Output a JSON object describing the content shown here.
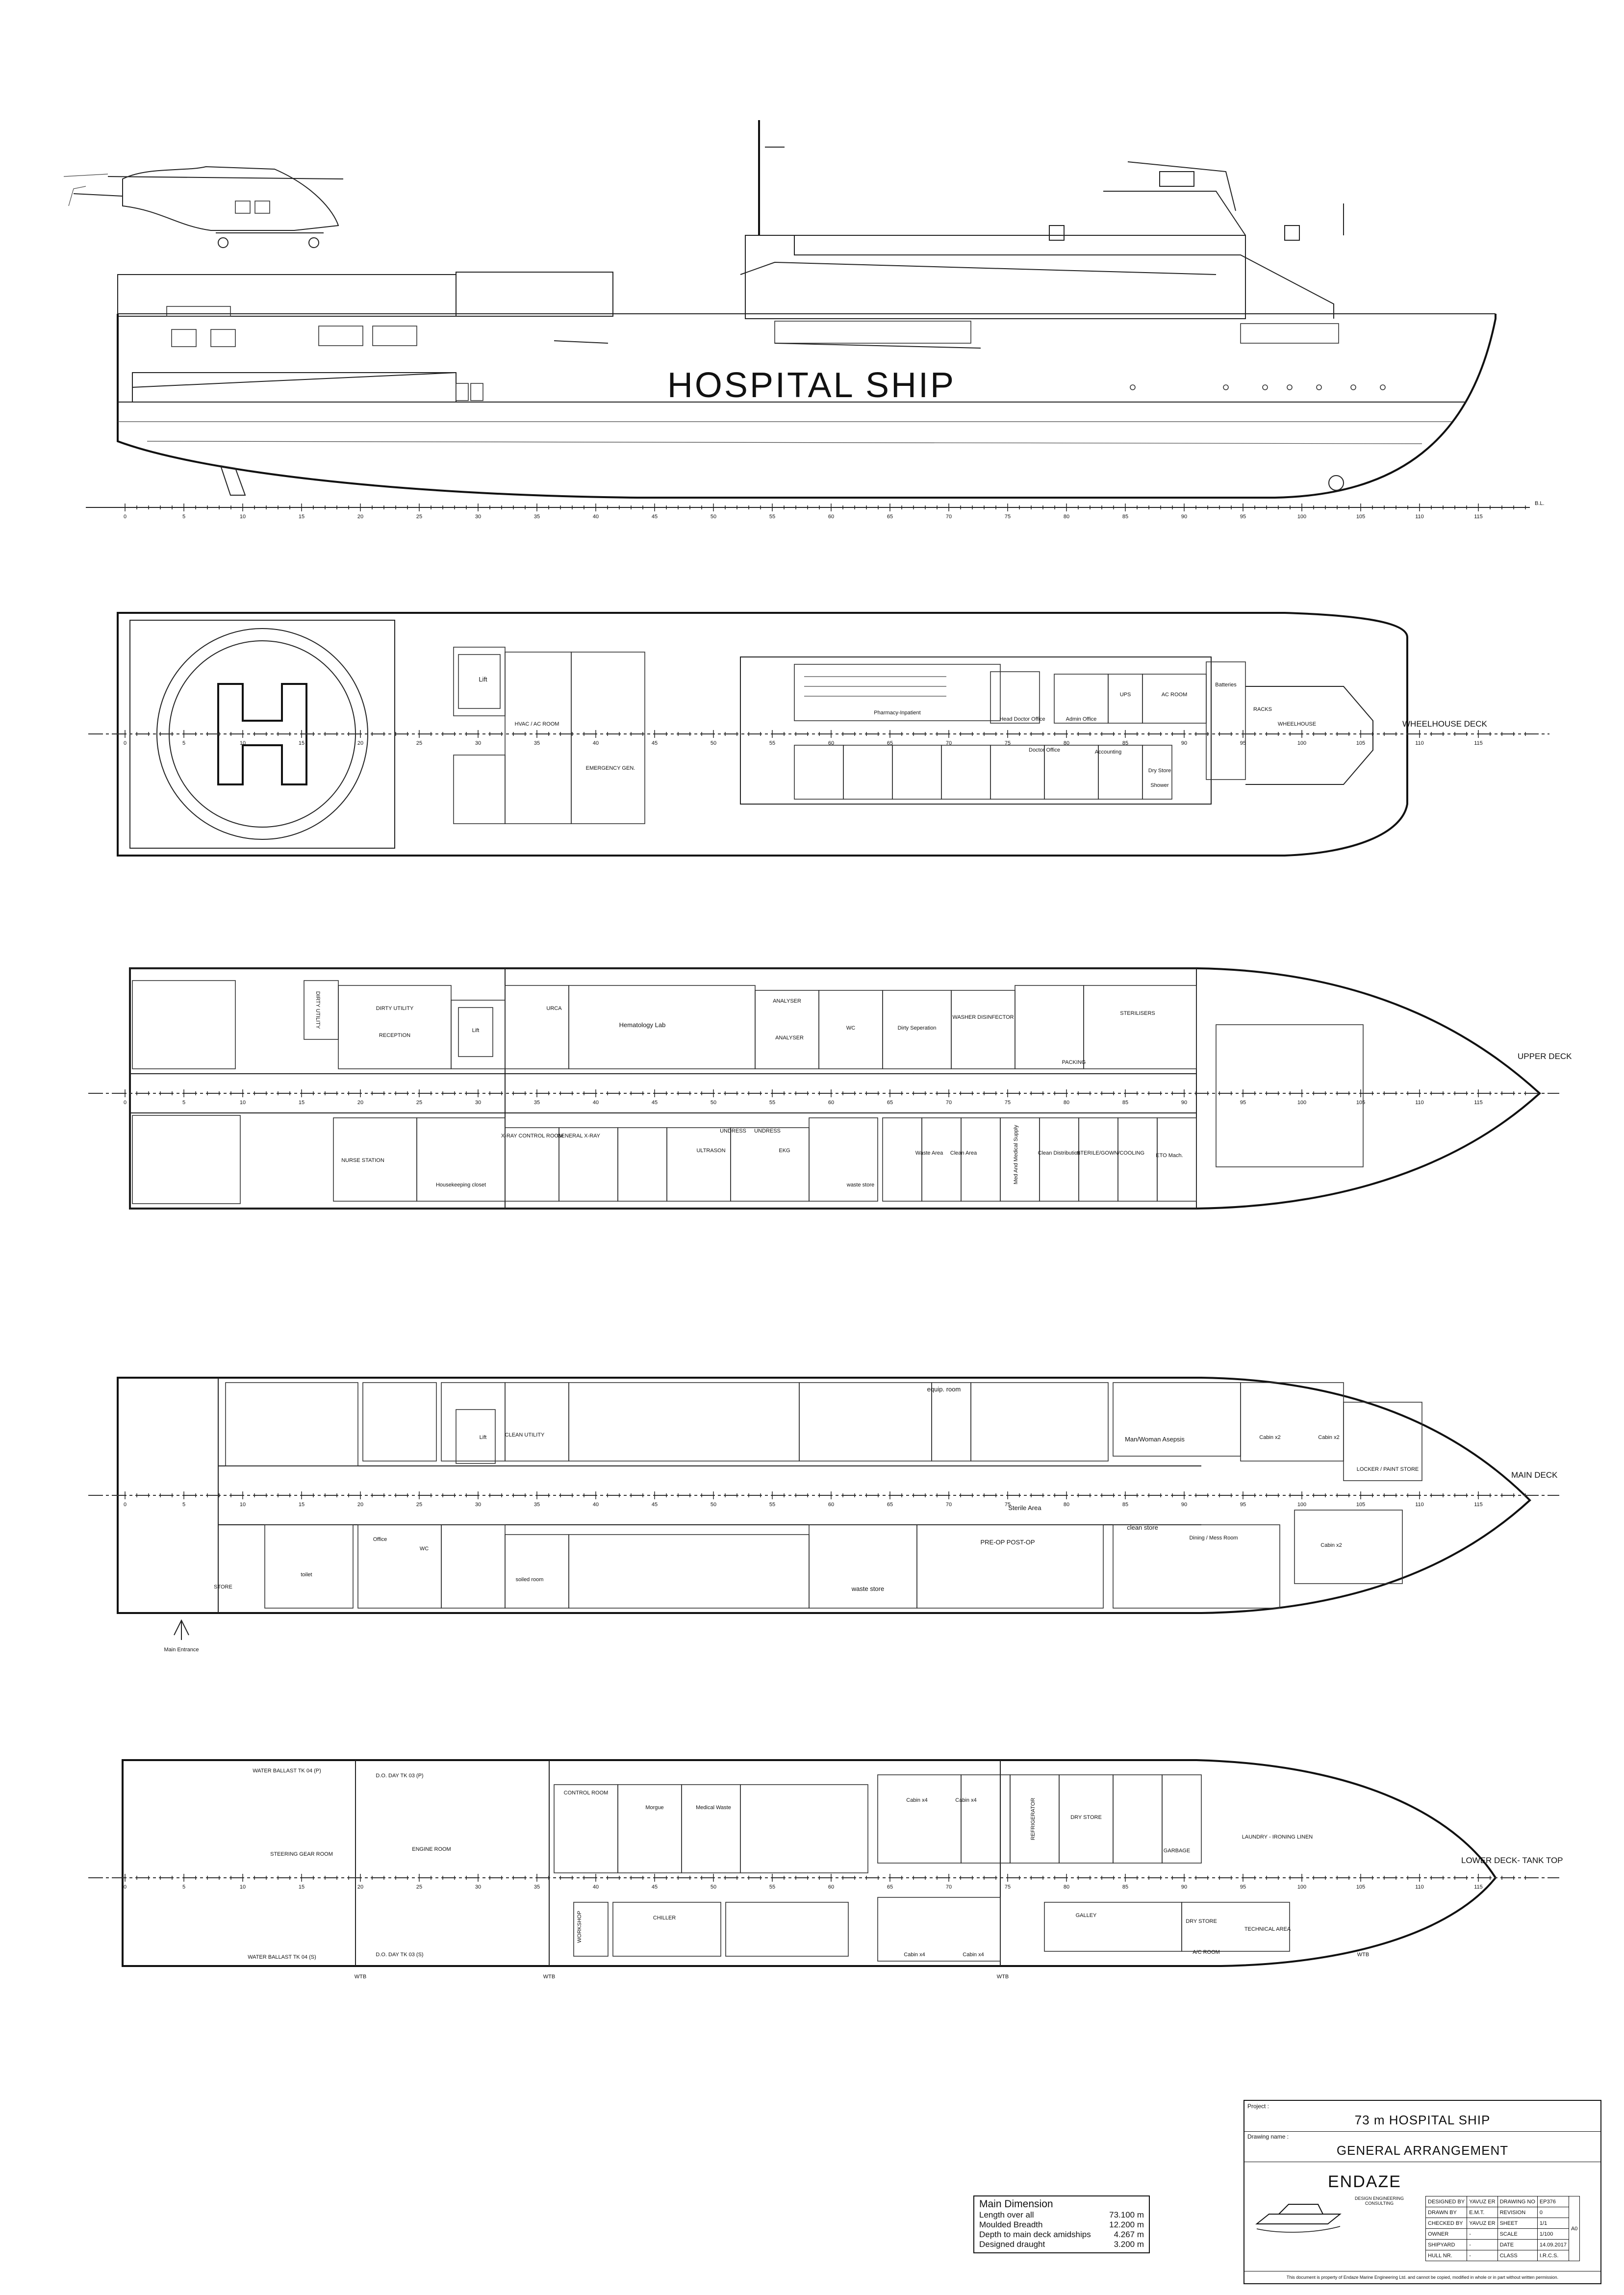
{
  "profile": {
    "ship_name_label": "HOSPITAL SHIP",
    "bl_label": "B.L."
  },
  "frame_ticks": [
    "0",
    "5",
    "10",
    "15",
    "20",
    "25",
    "30",
    "35",
    "40",
    "45",
    "50",
    "55",
    "60",
    "65",
    "70",
    "75",
    "80",
    "85",
    "90",
    "95",
    "100",
    "105",
    "110",
    "115"
  ],
  "decks": {
    "wheelhouse": {
      "label": "WHEELHOUSE DECK",
      "rooms": [
        "Lift",
        "HVAC / AC ROOM",
        "EMERGENCY GEN.",
        "Pharmacy-Inpatient",
        "Head Doctor Office",
        "Admin Office",
        "UPS",
        "AC ROOM",
        "Batteries",
        "RACKS",
        "WHEELHOUSE",
        "Doctor Office",
        "Accounting",
        "Dry Store",
        "Shower"
      ]
    },
    "upper": {
      "label": "UPPER DECK",
      "rooms": [
        "DIRTY UTILITY",
        "RECEPTION",
        "Lift",
        "URCA",
        "Hematology Lab",
        "ANALYSER",
        "ANALYSER",
        "WC",
        "Dirty Seperation",
        "WASHER DISINFECTOR",
        "STERILISERS",
        "PACKING",
        "NURSE STATION",
        "Housekeeping closet",
        "X-RAY CONTROL ROOM",
        "GENERAL X-RAY",
        "ULTRASON",
        "UNDRESS",
        "UNDRESS",
        "EKG",
        "waste store",
        "Waste Area",
        "Clean Area",
        "Med And Medical Supply",
        "Clean Distribution",
        "STERILE/GOWN/COOLING",
        "ETO Mach."
      ]
    },
    "main": {
      "label": "MAIN DECK",
      "main_entrance": "Main Entrance",
      "rooms": [
        "Lift",
        "CLEAN UTILITY",
        "equip. room",
        "Man/Woman Asepsis",
        "Cabin x2",
        "Cabin x2",
        "LOCKER / PAINT STORE",
        "Sterile Area",
        "PRE-OP POST-OP",
        "clean store",
        "Dining / Mess Room",
        "Cabin x2",
        "Office",
        "WC",
        "soiled room",
        "waste store",
        "STORE",
        "toilet"
      ]
    },
    "lower": {
      "label": "LOWER DECK- TANK TOP",
      "rooms": [
        "WATER BALLAST TK 04 (P)",
        "D.O. DAY TK 03 (P)",
        "STEERING GEAR ROOM",
        "ENGINE ROOM",
        "CONTROL ROOM",
        "Morgue",
        "Medical Waste",
        "Cabin x4",
        "Cabin x4",
        "REFRIGERATOR",
        "DRY STORE",
        "LAUNDRY - IRONING LINEN",
        "GARBAGE",
        "WORKSHOP",
        "CHILLER",
        "Cabin x4",
        "Cabin x4",
        "GALLEY",
        "DRY STORE",
        "TECHNICAL AREA",
        "A/C ROOM",
        "WATER BALLAST TK 04 (S)",
        "D.O. DAY TK 03 (S)"
      ],
      "wtb_label": "WTB"
    }
  },
  "main_dimension": {
    "title": "Main Dimension",
    "rows": [
      {
        "label": "Length over all",
        "value": "73.100 m"
      },
      {
        "label": "Moulded Breadth",
        "value": "12.200 m"
      },
      {
        "label": "Depth to main deck amidships",
        "value": "4.267 m"
      },
      {
        "label": "Designed draught",
        "value": "3.200 m"
      }
    ]
  },
  "title_block": {
    "project_label": "Project :",
    "project": "73 m HOSPITAL SHIP",
    "drawing_name_label": "Drawing name :",
    "drawing_name": "GENERAL ARRANGEMENT",
    "company": "ENDAZE",
    "company_sub": "DESIGN ENGINEERING CONSULTING",
    "meta": [
      [
        "DESIGNED BY",
        "YAVUZ ER",
        "DRAWING NO",
        "EP376"
      ],
      [
        "DRAWN BY",
        "E.M.T.",
        "REVISION",
        "0"
      ],
      [
        "CHECKED BY",
        "YAVUZ ER",
        "SHEET",
        "1/1"
      ],
      [
        "OWNER",
        "-",
        "SCALE",
        "1/100"
      ],
      [
        "SHIPYARD",
        "-",
        "DATE",
        "14.09.2017"
      ],
      [
        "HULL NR.",
        "-",
        "CLASS",
        "I.R.C.S."
      ]
    ],
    "sheet_size": "A0",
    "disclaimer": "This document is property of Endaze Marine Engineering Ltd. and cannot be copied, modified in whole or in part without written permission."
  }
}
